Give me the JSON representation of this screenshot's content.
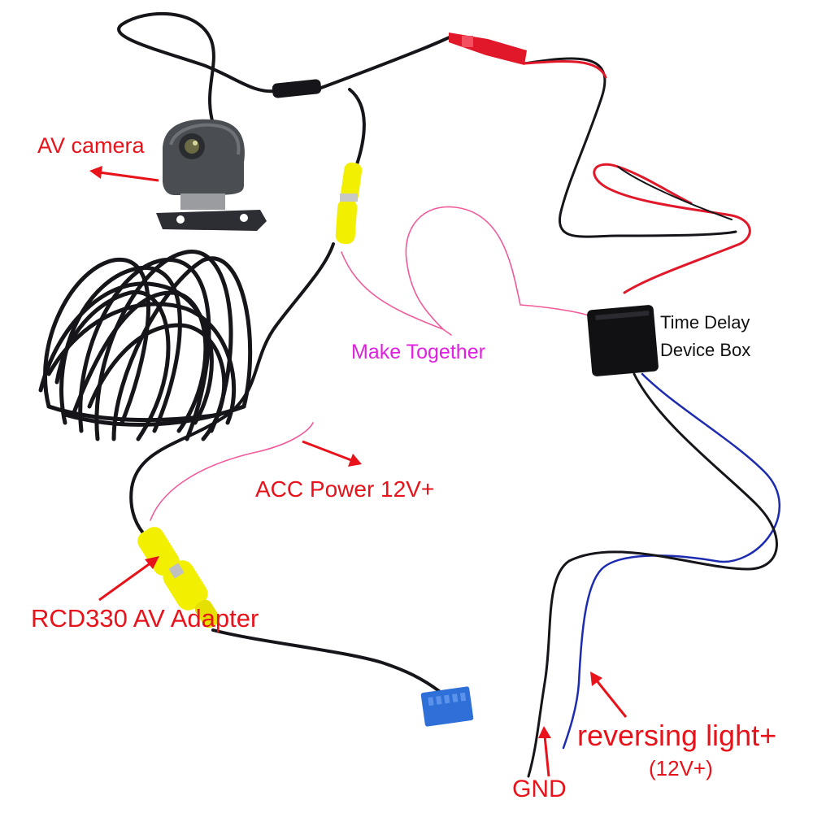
{
  "labels": {
    "av_camera": "AV camera",
    "time_delay_line1": "Time Delay",
    "time_delay_line2": "Device Box",
    "make_together": "Make Together",
    "acc_power": "ACC Power 12V+",
    "rcd330": "RCD330 AV Adapter",
    "reversing_light": "reversing light+",
    "reversing_voltage": "(12V+)",
    "gnd": "GND"
  },
  "colors": {
    "label_red": "#e8121a",
    "label_magenta": "#e020e0",
    "label_black": "#111111",
    "wire_black": "#15151a",
    "wire_red": "#e0182a",
    "wire_pink": "#f05a9a",
    "wire_blue": "#1c2bb0",
    "rca_yellow": "#f2f000",
    "connector_blue": "#2f6fd8"
  }
}
